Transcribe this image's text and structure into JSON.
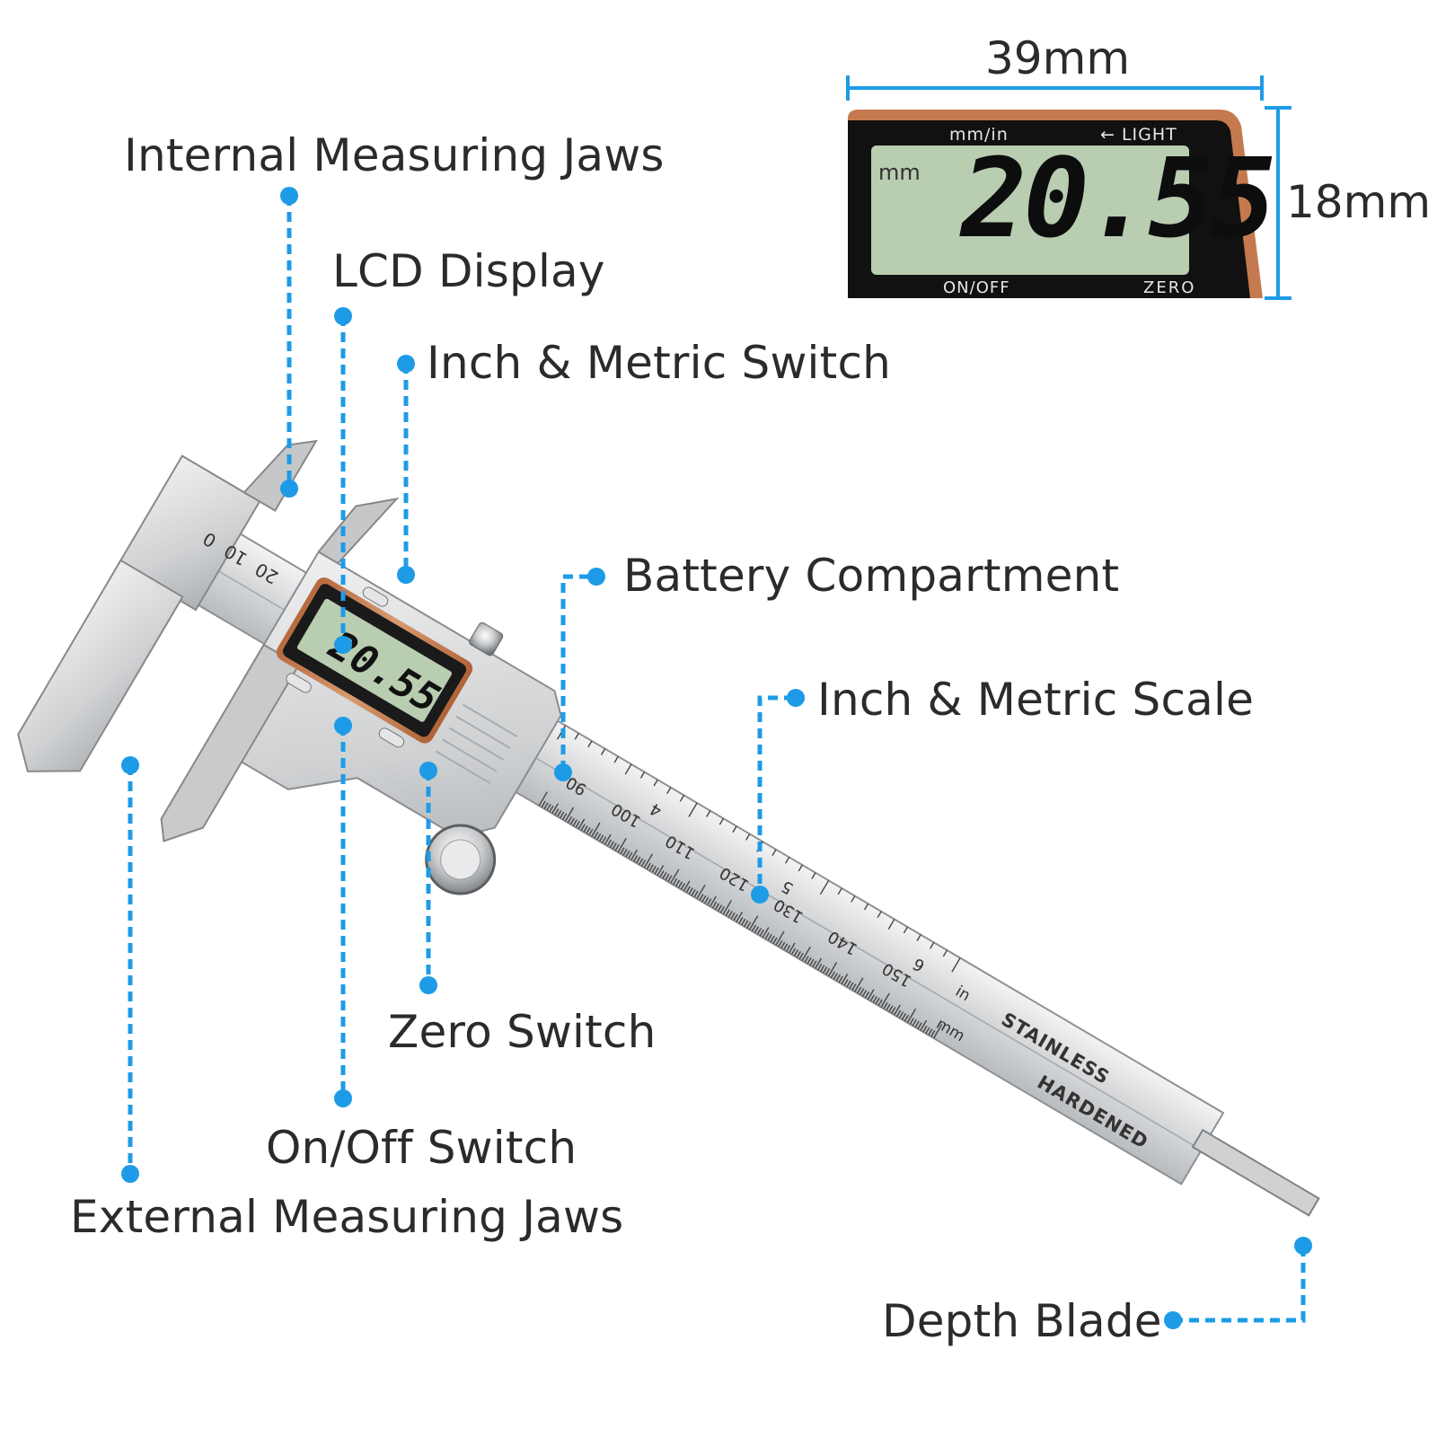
{
  "labels": {
    "internal_jaws": "Internal Measuring Jaws",
    "lcd_display": "LCD Display",
    "inch_metric_switch": "Inch & Metric Switch",
    "battery": "Battery Compartment",
    "inch_metric_scale": "Inch & Metric Scale",
    "zero_switch": "Zero Switch",
    "onoff_switch": "On/Off Switch",
    "external_jaws": "External Measuring Jaws",
    "depth_blade": "Depth Blade"
  },
  "dimensions": {
    "width": "39mm",
    "height": "18mm"
  },
  "lcd": {
    "reading": "20.55",
    "unit": "mm",
    "mode_label": "mm/in",
    "light_label": "← LIGHT",
    "onoff_label": "ON/OFF",
    "zero_label": "ZERO"
  },
  "scale": {
    "mm_marks": [
      "90",
      "100",
      "110",
      "120",
      "130",
      "140",
      "150"
    ],
    "jaw_marks": [
      "0",
      "10",
      "20"
    ],
    "inch_marks": [
      "4",
      "5",
      "6"
    ],
    "in_unit": "in",
    "mm_unit": "mm"
  },
  "engraving": {
    "line1": "STAINLESS",
    "line2": "HARDENED"
  },
  "colors": {
    "accent": "#1e9be6",
    "lcd_screen": "#b9cdb1",
    "bezel": "#c47a4e",
    "steel": "#d6d8da",
    "text": "#2b2b2b"
  }
}
